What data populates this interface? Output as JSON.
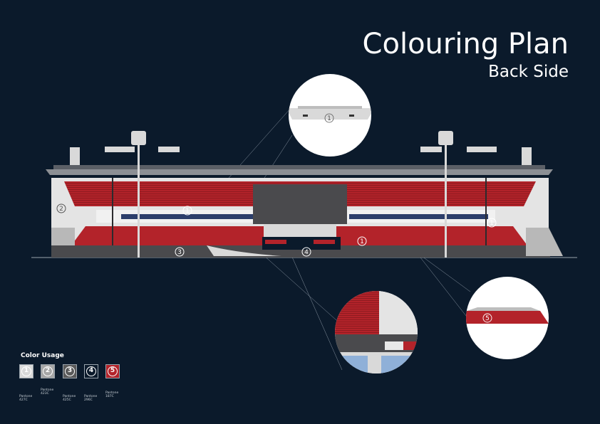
{
  "header": {
    "title": "Colouring Plan",
    "subtitle": "Back Side"
  },
  "markers": {
    "m1": "1",
    "m2": "2",
    "m3": "3",
    "m4": "4",
    "m5": "5"
  },
  "legend": {
    "title": "Color Usage",
    "swatches": [
      {
        "num": "1",
        "fill": "#d9d9d9",
        "pantone": "Pantone\n427C"
      },
      {
        "num": "2",
        "fill": "#a6a6a6",
        "pantone": "Pantone\n423C"
      },
      {
        "num": "3",
        "fill": "#595959",
        "pantone": "Pantone\n425C"
      },
      {
        "num": "4",
        "fill": "#0b1a2b",
        "pantone": "Pantone\n296C"
      },
      {
        "num": "5",
        "fill": "#b3232a",
        "pantone": "Pantone\n187C"
      }
    ]
  },
  "colors": {
    "background": "#0b1a2b",
    "red": "#b3232a",
    "dark_grey": "#4a4a4d",
    "light_grey": "#d9d9d9"
  }
}
